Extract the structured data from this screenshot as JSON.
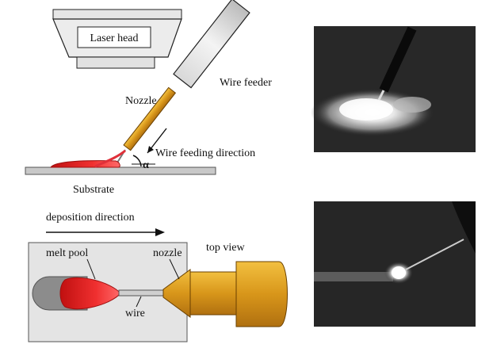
{
  "labels": {
    "laser_head": "Laser head",
    "wire_feeder": "Wire feeder",
    "nozzle": "Nozzle",
    "wire_feeding_direction": "Wire feeding direction",
    "alpha": "α",
    "substrate": "Substrate",
    "deposition_direction": "deposition direction",
    "top_view": "top view",
    "melt_pool": "melt pool",
    "nozzle_top": "nozzle",
    "wire": "wire"
  },
  "colors": {
    "melt_pool": "#e8262b",
    "nozzle": "#e0a020",
    "substrate": "#c8c8c8",
    "photo_bg": "#1a1a1a"
  }
}
